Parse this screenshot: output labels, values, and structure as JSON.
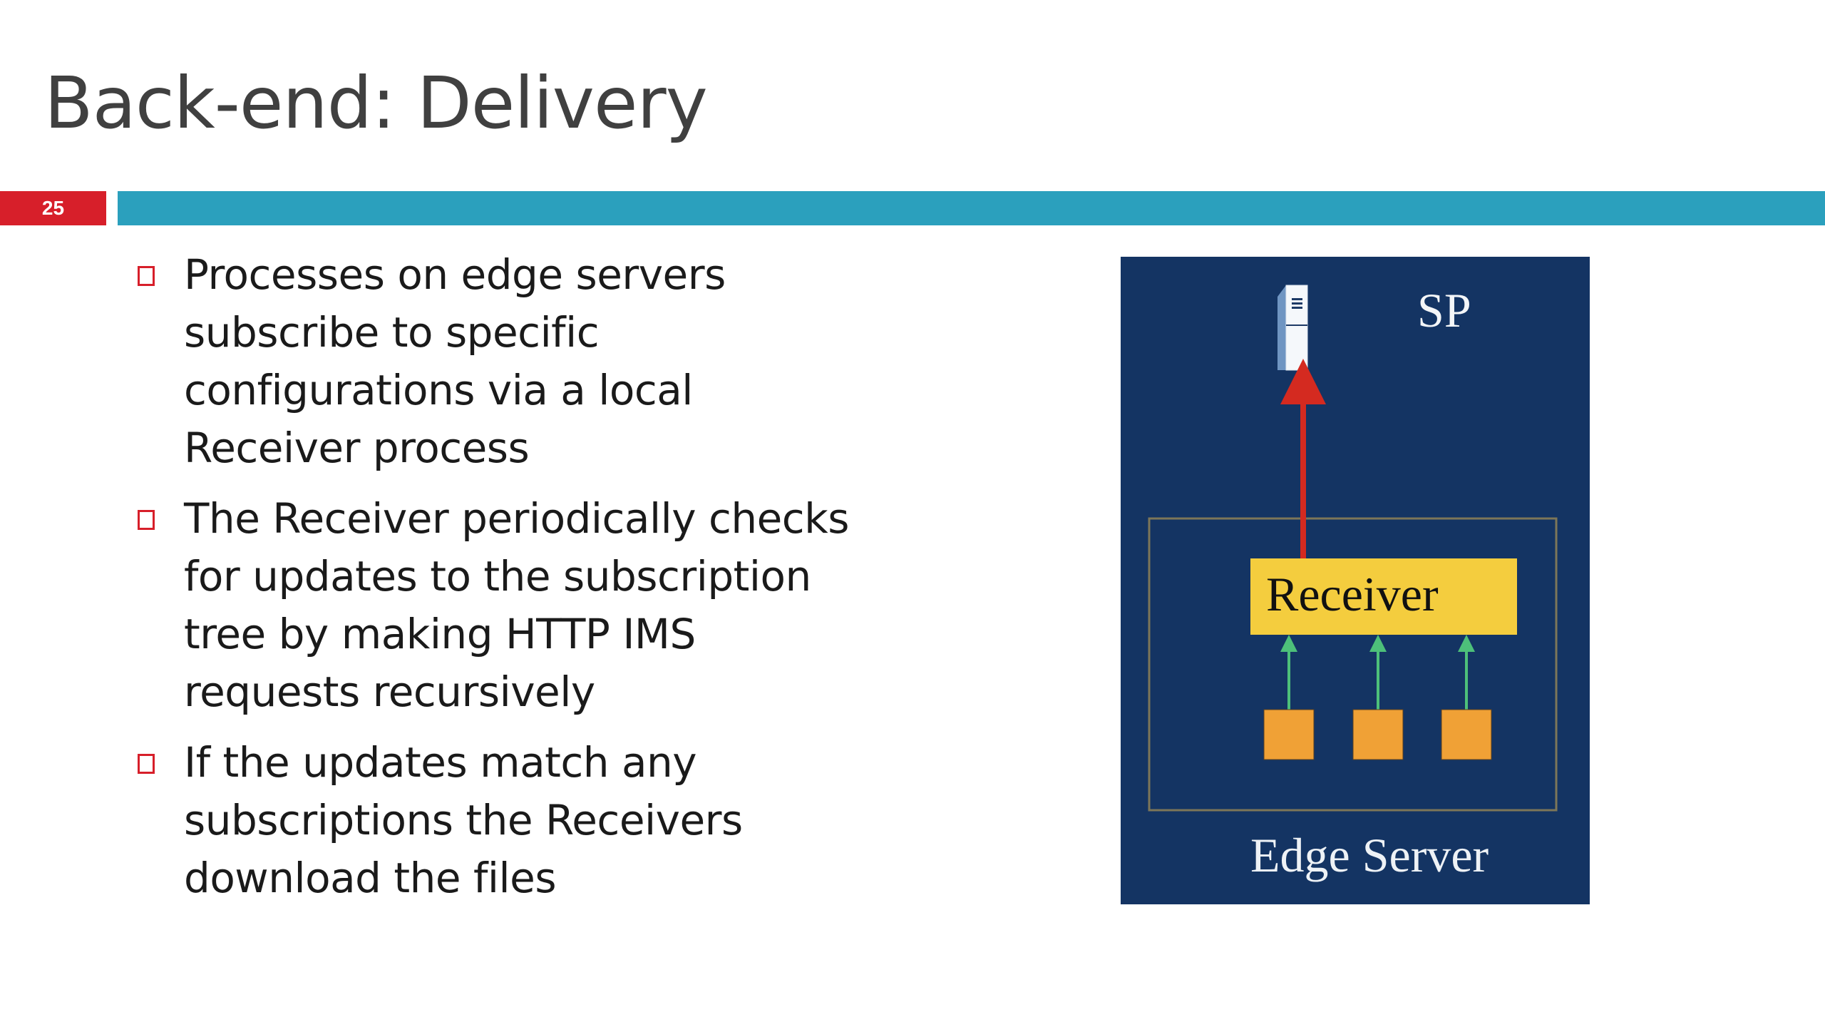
{
  "slide": {
    "title": "Back-end: Delivery",
    "page_number": "25",
    "colors": {
      "accent_red": "#d71f2a",
      "accent_teal": "#2ba0bd",
      "title_text": "#404040",
      "diagram_background": "#143463",
      "receiver_fill": "#f4cd3e",
      "process_fill": "#f0a136",
      "upload_arrow": "#d42a20",
      "subscribe_arrow": "#4dc07a"
    }
  },
  "bullets": [
    {
      "lines": [
        "Processes on edge servers",
        "subscribe to specific",
        "configurations via a local",
        "Receiver process"
      ]
    },
    {
      "lines": [
        "The Receiver periodically checks",
        "for updates to the subscription",
        "tree by making HTTP IMS",
        "requests recursively"
      ]
    },
    {
      "lines": [
        "If the updates match any",
        "subscriptions the Receivers",
        "download the files"
      ]
    }
  ],
  "diagram": {
    "sp_label": "SP",
    "receiver_label": "Receiver",
    "edge_server_label": "Edge Server",
    "process_count": 3,
    "icons": [
      "server-icon"
    ]
  }
}
